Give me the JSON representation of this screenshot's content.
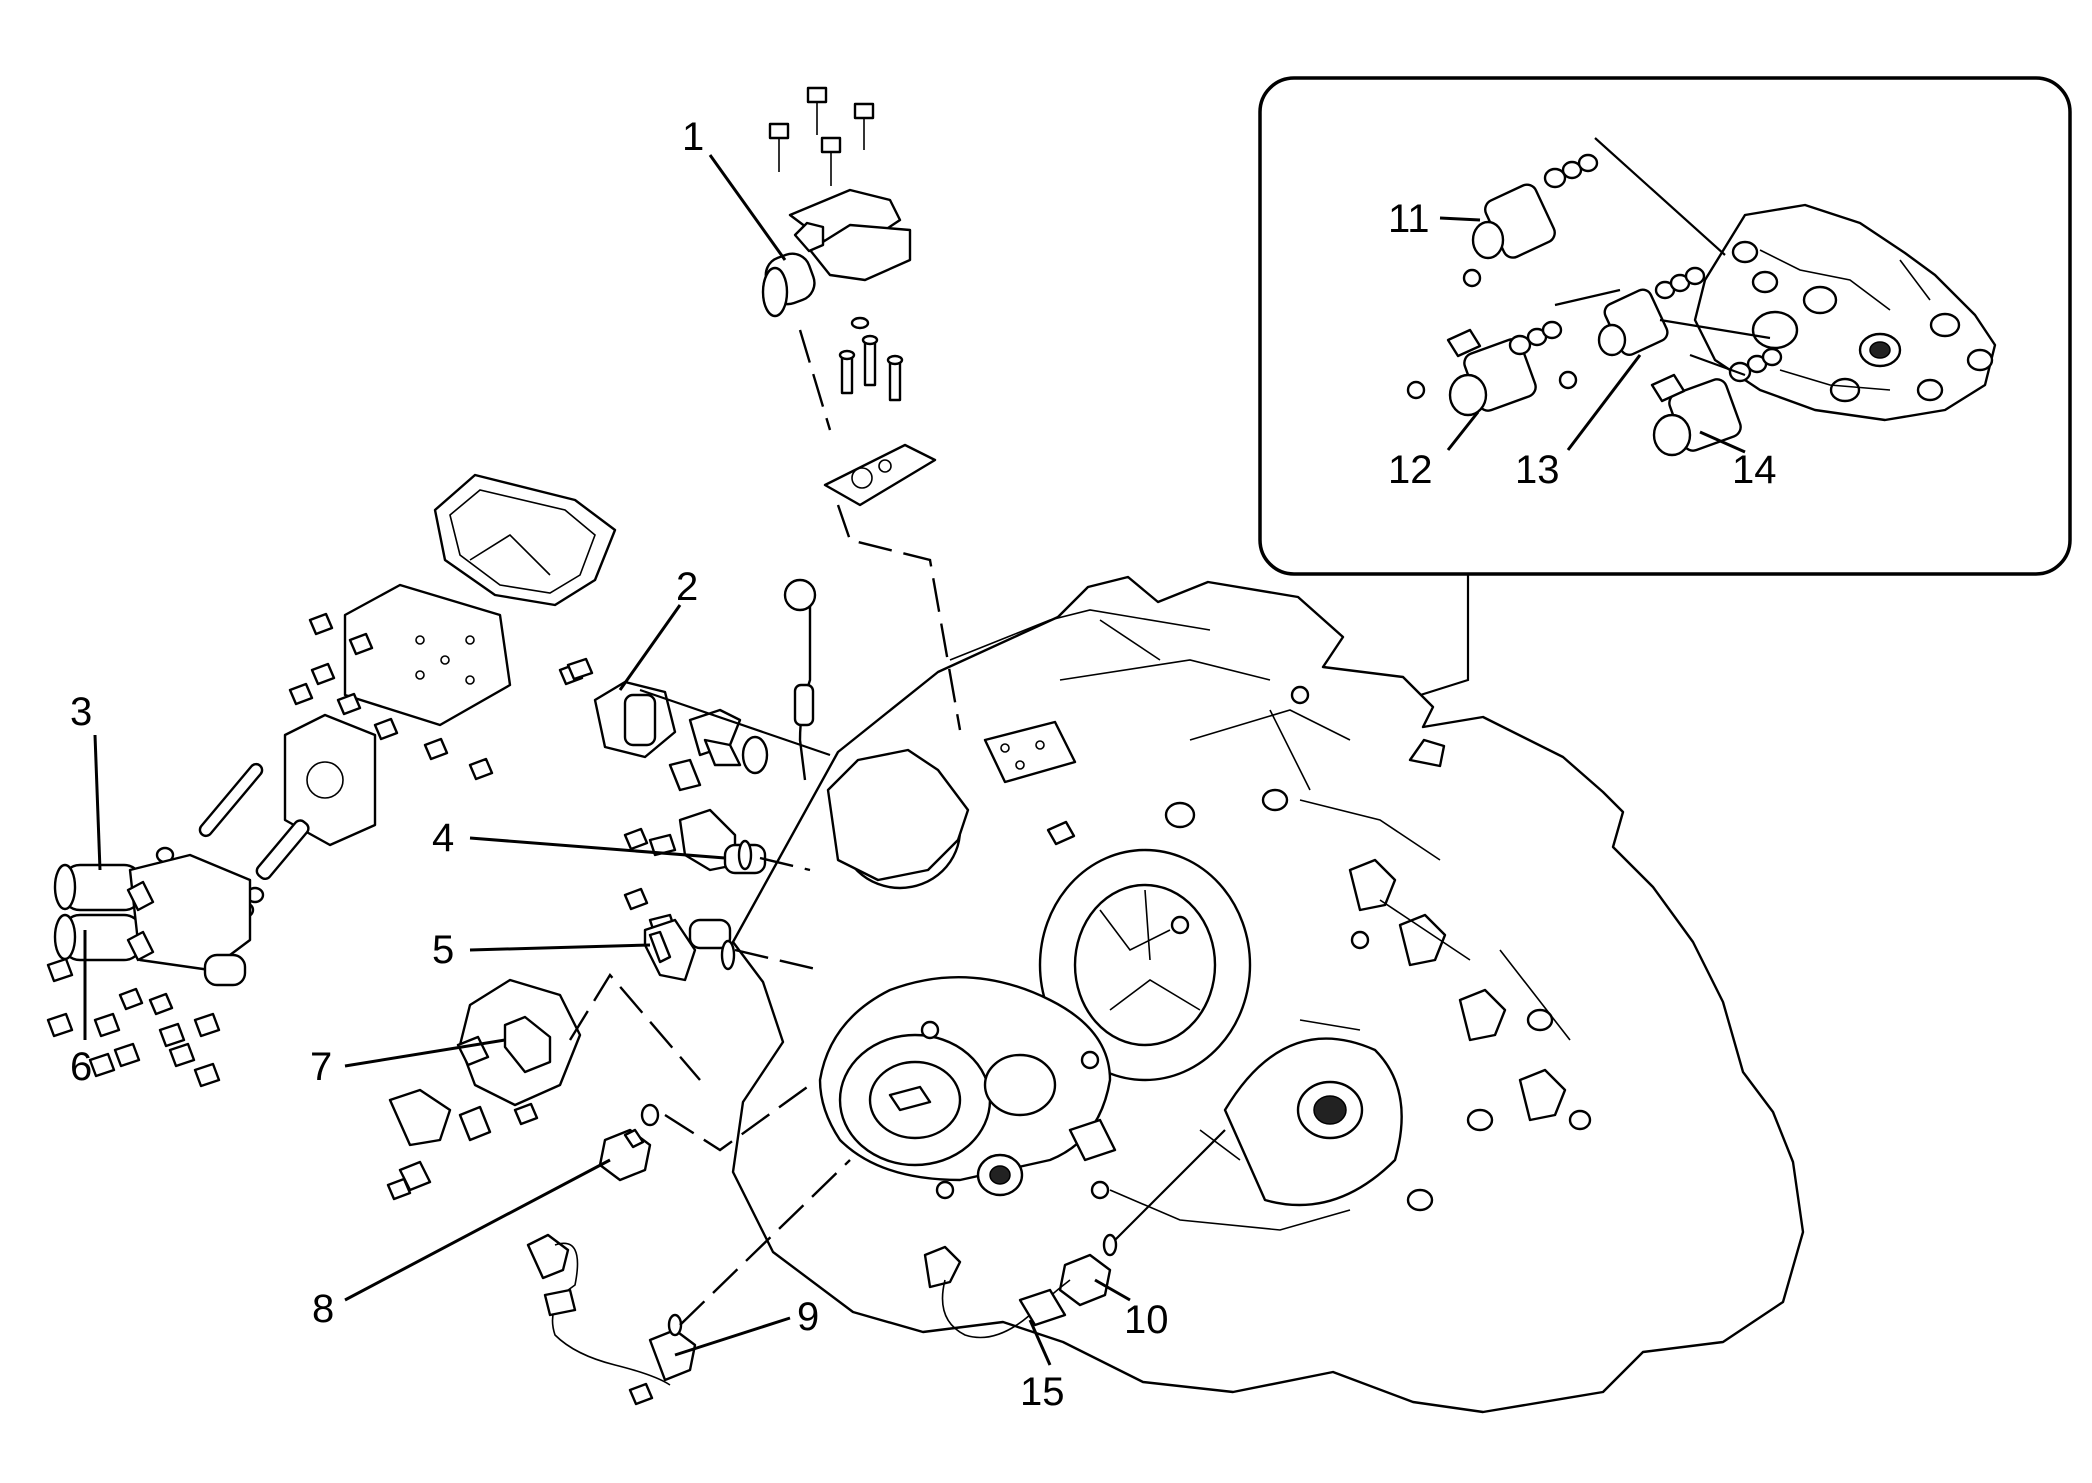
{
  "callouts": [
    {
      "id": "1",
      "label": "1"
    },
    {
      "id": "2",
      "label": "2"
    },
    {
      "id": "3",
      "label": "3"
    },
    {
      "id": "4",
      "label": "4"
    },
    {
      "id": "5",
      "label": "5"
    },
    {
      "id": "6",
      "label": "6"
    },
    {
      "id": "7",
      "label": "7"
    },
    {
      "id": "8",
      "label": "8"
    },
    {
      "id": "9",
      "label": "9"
    },
    {
      "id": "10",
      "label": "10"
    },
    {
      "id": "11",
      "label": "11"
    },
    {
      "id": "12",
      "label": "12"
    },
    {
      "id": "13",
      "label": "13"
    },
    {
      "id": "14",
      "label": "14"
    },
    {
      "id": "15",
      "label": "15"
    }
  ],
  "colors": {
    "line": "#000000",
    "background": "#ffffff"
  }
}
